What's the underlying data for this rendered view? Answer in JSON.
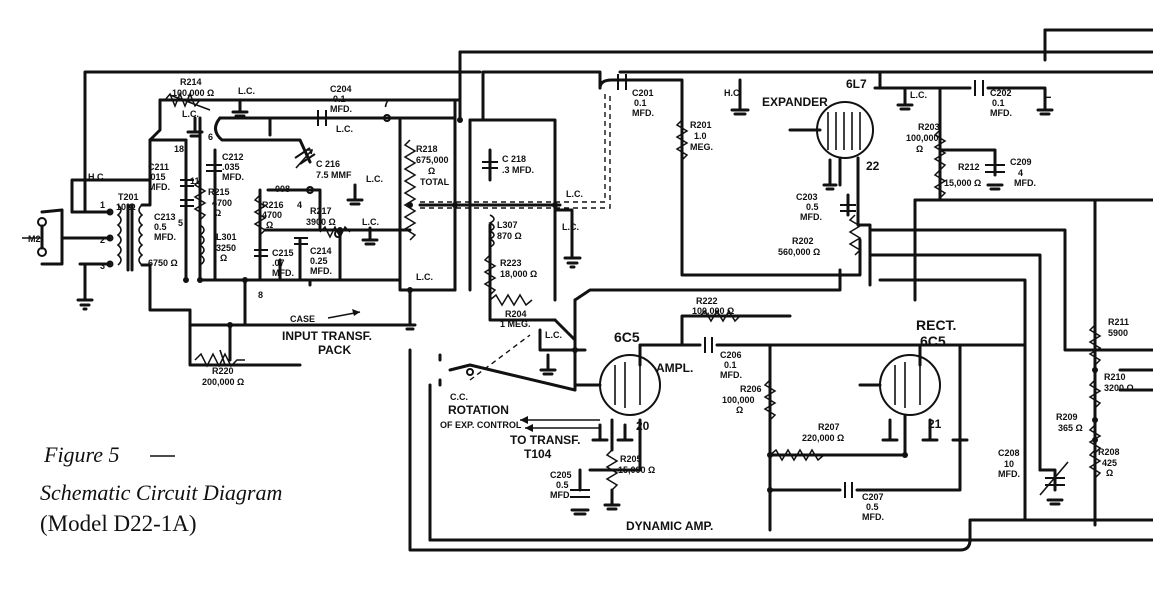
{
  "caption": {
    "figure": "Figure 5",
    "title": "Schematic Circuit Diagram",
    "model": "(Model D22-1A)"
  },
  "tubes": {
    "expander": {
      "type": "6L7",
      "role": "EXPANDER",
      "pin": "22"
    },
    "amplifier": {
      "type": "6C5",
      "role": "AMPL.",
      "pin": "20"
    },
    "rectifier": {
      "type": "6C5",
      "role": "RECT.",
      "pin": "21"
    }
  },
  "components": {
    "r214": {
      "ref": "R214",
      "value": "100,000 Ω"
    },
    "c204": {
      "ref": "C204",
      "value": "0.1",
      "unit": "MFD."
    },
    "c216": {
      "ref": "C 216",
      "value": "7.5 MMF"
    },
    "c212": {
      "ref": "C212",
      "value": ".035",
      "unit": "MFD."
    },
    "c211": {
      "ref": "C211",
      "value": ".015",
      "unit": "MFD."
    },
    "c213": {
      "ref": "C213",
      "value": "0.5",
      "unit": "MFD."
    },
    "r215": {
      "ref": "R215",
      "value": "4700",
      "unit": "Ω"
    },
    "l301": {
      "ref": "L301",
      "value": "3250",
      "unit": "Ω"
    },
    "r216": {
      "ref": "R216",
      "value": "4700",
      "unit": "Ω"
    },
    "r217": {
      "ref": "R217",
      "value": "3900 Ω"
    },
    "c215": {
      "ref": "C215",
      "value": ".07",
      "unit": "MFD."
    },
    "c214": {
      "ref": "C214",
      "value": "0.25",
      "unit": "MFD."
    },
    "r218": {
      "ref": "R218",
      "value": "675,000",
      "unit": "Ω",
      "note": "TOTAL"
    },
    "c218": {
      "ref": "C 218",
      "value": ".3 MFD."
    },
    "l307": {
      "ref": "L307",
      "value": "870 Ω"
    },
    "r223": {
      "ref": "R223",
      "value": "18,000 Ω"
    },
    "r204": {
      "ref": "R204",
      "value": "1 MEG."
    },
    "r220": {
      "ref": "R220",
      "value": "200,000 Ω"
    },
    "c201": {
      "ref": "C201",
      "value": "0.1",
      "unit": "MFD."
    },
    "r201": {
      "ref": "R201",
      "value": "1.0",
      "unit": "MEG."
    },
    "c203": {
      "ref": "C203",
      "value": "0.5",
      "unit": "MFD."
    },
    "r202": {
      "ref": "R202",
      "value": "560,000 Ω"
    },
    "c202": {
      "ref": "C202",
      "value": "0.1",
      "unit": "MFD."
    },
    "r203": {
      "ref": "R203",
      "value": "100,000",
      "unit": "Ω"
    },
    "r212": {
      "ref": "R212",
      "value": "15,000 Ω"
    },
    "c209": {
      "ref": "C209",
      "value": "4",
      "unit": "MFD."
    },
    "r222": {
      "ref": "R222",
      "value": "100,000 Ω"
    },
    "c206": {
      "ref": "C206",
      "value": "0.1",
      "unit": "MFD."
    },
    "r206": {
      "ref": "R206",
      "value": "100,000",
      "unit": "Ω"
    },
    "r207": {
      "ref": "R207",
      "value": "220,000 Ω"
    },
    "c207": {
      "ref": "C207",
      "value": "0.5",
      "unit": "MFD."
    },
    "r205": {
      "ref": "R205",
      "value": "15,000 Ω"
    },
    "c205": {
      "ref": "C205",
      "value": "0.5",
      "unit": "MFD."
    },
    "r211": {
      "ref": "R211",
      "value": "5900"
    },
    "r210": {
      "ref": "R210",
      "value": "3200 Ω"
    },
    "r209": {
      "ref": "R209",
      "value": "365 Ω"
    },
    "r208": {
      "ref": "R208",
      "value": "425",
      "unit": "Ω"
    },
    "c208": {
      "ref": "C208",
      "value": "10",
      "unit": "MFD."
    },
    "t201": {
      "ref": "T201",
      "value": "6750 Ω",
      "tap": "10 Ω"
    },
    "m2": {
      "ref": "M2"
    }
  },
  "labels": {
    "hc": "H.C.",
    "lc": "L.C.",
    "cc": "C.C.",
    "l": "L",
    "case": "CASE",
    "input_transf": "INPUT TRANSF.",
    "pack": "PACK",
    "rotation": "ROTATION",
    "exp_control": "OF EXP. CONTROL",
    "to_transf": "TO TRANSF.",
    "t104": "T104",
    "dynamic_amp": "DYNAMIC AMP.",
    "node_7": "7",
    "node_6": "6",
    "node_18": "18",
    "node_11": "11",
    "node_5": "5",
    "node_4": "4",
    "node_8": "8",
    "node_1": "1",
    "node_2": "2",
    "node_3": "3",
    "node_008": "008"
  }
}
